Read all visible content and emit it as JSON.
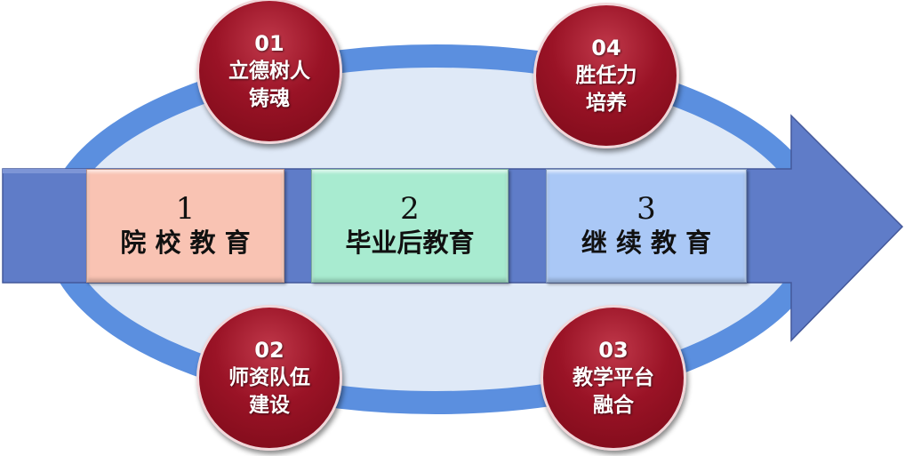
{
  "stages": [
    {
      "number": "1",
      "label": "院 校 教 育",
      "color": "#f9c3b3"
    },
    {
      "number": "2",
      "label": "毕业后教育",
      "color": "#a8ebd0"
    },
    {
      "number": "3",
      "label": "继 续 教 育",
      "color": "#aac8f6"
    }
  ],
  "pillars": [
    {
      "number": "01",
      "line1": "立德树人",
      "line2": "铸魂"
    },
    {
      "number": "04",
      "line1": "胜任力",
      "line2": "培养"
    },
    {
      "number": "02",
      "line1": "师资队伍",
      "line2": "建设"
    },
    {
      "number": "03",
      "line1": "教学平台",
      "line2": "融合"
    }
  ],
  "colors": {
    "ring": "#5b8fdf",
    "ring_fill": "#dfe9f7",
    "arrow": "#5f7cc8",
    "circle": "#8b0f1e"
  }
}
